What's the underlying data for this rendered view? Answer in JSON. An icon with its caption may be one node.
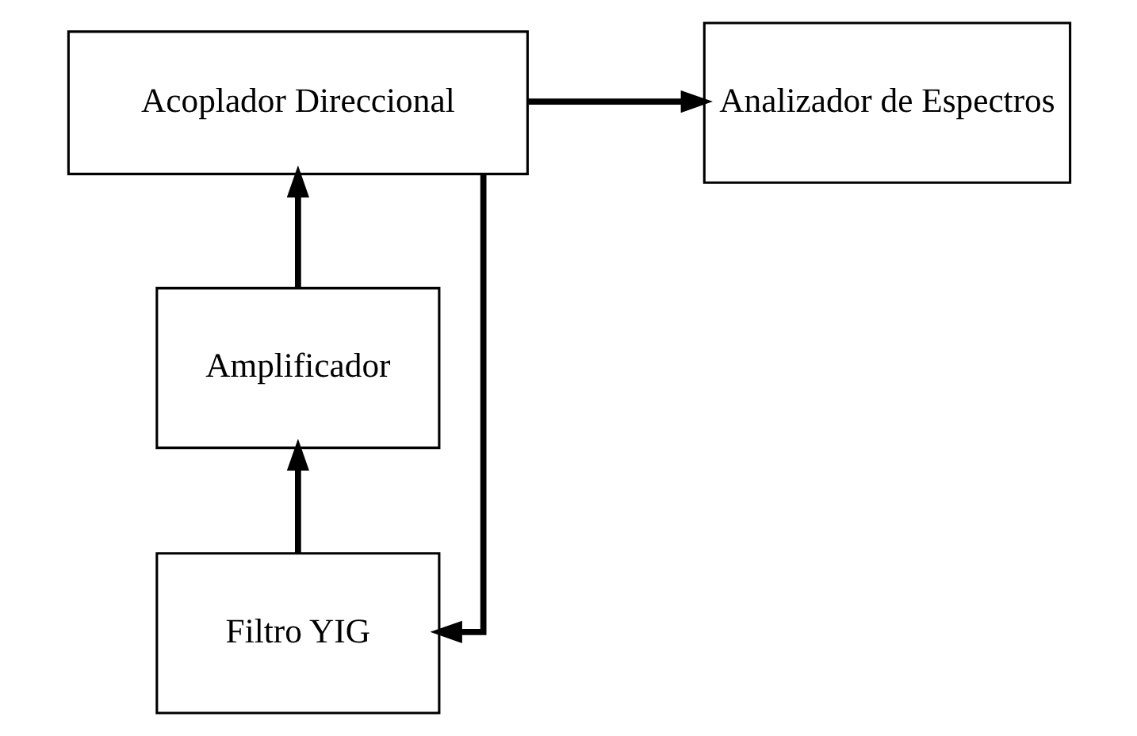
{
  "diagram": {
    "nodes": [
      {
        "text": [
          "Acoplador Direccional"
        ]
      },
      {
        "text": [
          "Analizador de Espectros"
        ]
      },
      {
        "text": [
          "Amplificador"
        ]
      },
      {
        "text": [
          "Filtro YIG"
        ]
      }
    ],
    "edges": [
      {
        "from": 0,
        "to": 1,
        "arrow": "to"
      },
      {
        "from": 2,
        "to": 0,
        "arrow": "to"
      },
      {
        "from": 3,
        "to": 2,
        "arrow": "to"
      },
      {
        "from": 0,
        "to": 3,
        "arrow": "to"
      }
    ]
  }
}
